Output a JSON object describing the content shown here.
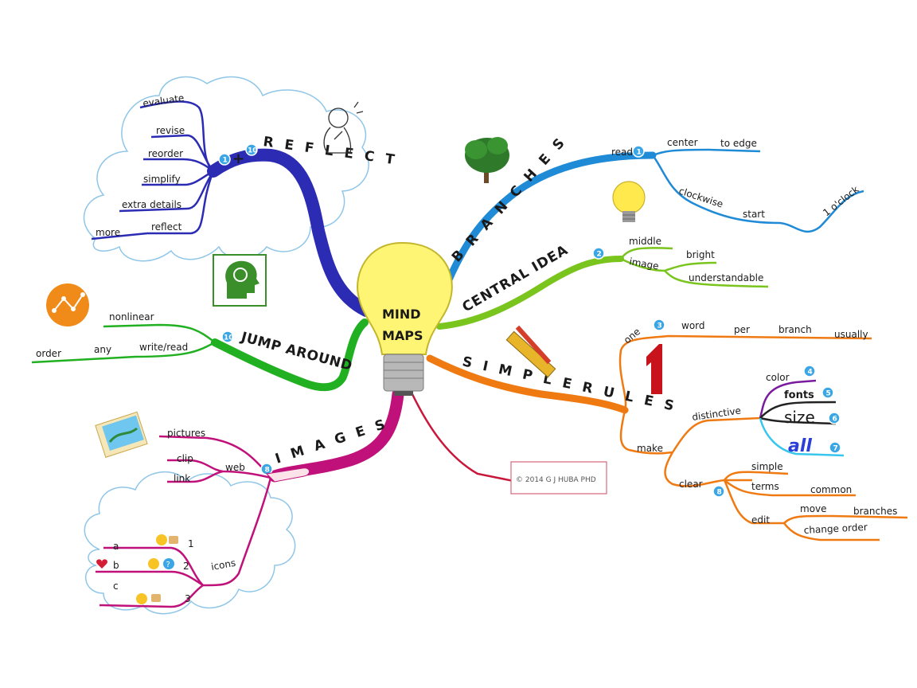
{
  "center": {
    "line1": "MIND",
    "line2": "MAPS"
  },
  "branches": {
    "reflect": {
      "title": "R E F L E C T",
      "color": "#2b2bb3",
      "badge_a": "1",
      "badge_b": "10",
      "items": [
        "evaluate",
        "revise",
        "reorder",
        "simplify",
        "extra details",
        "reflect",
        "more"
      ]
    },
    "branches": {
      "title": "B R A N C H E S",
      "color": "#1f8ad6",
      "items": [
        "read",
        "center",
        "to edge",
        "clockwise",
        "start",
        "1 o'clock"
      ],
      "badge": "1"
    },
    "central_idea": {
      "title": "CENTRAL IDEA",
      "color": "#7ac41e",
      "badge": "2",
      "items": [
        "middle",
        "image",
        "bright",
        "understandable"
      ]
    },
    "simple_rules": {
      "title": "S I M P L E  R U L E S",
      "color": "#f07a12",
      "items": [
        "one",
        "word",
        "per",
        "branch",
        "usually",
        "make",
        "distinctive",
        "color",
        "fonts",
        "size",
        "all",
        "clear",
        "simple",
        "terms",
        "common",
        "edit",
        "move",
        "branches",
        "change order"
      ],
      "badges": [
        "3",
        "4",
        "5",
        "6",
        "7",
        "8"
      ]
    },
    "jump_around": {
      "title": "JUMP AROUND",
      "color": "#21b021",
      "badge": "10",
      "items": [
        "nonlinear",
        "write/read",
        "any",
        "order"
      ]
    },
    "images": {
      "title": "I M A G E S",
      "color": "#c0117a",
      "badge": "8",
      "items": [
        "pictures",
        "clip",
        "web",
        "link",
        "icons",
        "a",
        "b",
        "c",
        "1",
        "2",
        "3"
      ]
    }
  },
  "copyright": "© 2014 G J HUBA PHD"
}
